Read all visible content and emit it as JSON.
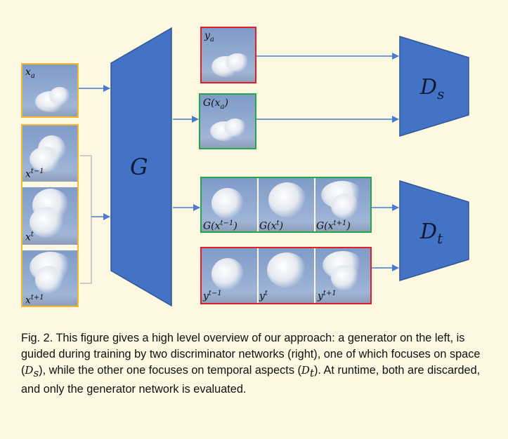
{
  "labels": {
    "xa": "x",
    "xa_sub": "a",
    "x_prev": "x",
    "x_prev_sup": "t−1",
    "x_cur": "x",
    "x_cur_sup": "t",
    "x_next": "x",
    "x_next_sup": "t+1",
    "ya": "y",
    "ya_sub": "a",
    "g_xa_pre": "G(x",
    "g_xa_sub": "a",
    "g_xa_post": ")",
    "g_prev_pre": "G(x",
    "g_prev_sup": "t−1",
    "g_prev_post": ")",
    "g_cur_pre": "G(x",
    "g_cur_sup": "t",
    "g_cur_post": ")",
    "g_next_pre": "G(x",
    "g_next_sup": "t+1",
    "g_next_post": ")",
    "y_prev": "y",
    "y_prev_sup": "t−1",
    "y_cur": "y",
    "y_cur_sup": "t",
    "y_next": "y",
    "y_next_sup": "t+1",
    "generator": "G",
    "ds": "D",
    "ds_sub": "s",
    "dt": "D",
    "dt_sub": "t"
  },
  "colors": {
    "background": "#fdf8e1",
    "network_fill": "#4472c4",
    "network_stroke": "#2f5597",
    "arrow": "#4a7bd0",
    "input_border": "#f5b92b",
    "real_border": "#e21f26",
    "generated_border": "#22a84a"
  },
  "caption": {
    "p1": "Fig. 2.  This figure gives a high level overview of our approach: a generator on the left, is guided during training by two discriminator networks (right), one of which focuses on space (",
    "ds": "D",
    "ds_sub": "s",
    "p2": "), while the other one focuses on temporal aspects (",
    "dt": "D",
    "dt_sub": "t",
    "p3": "). At runtime, both are discarded, and only the generator network is evaluated."
  }
}
